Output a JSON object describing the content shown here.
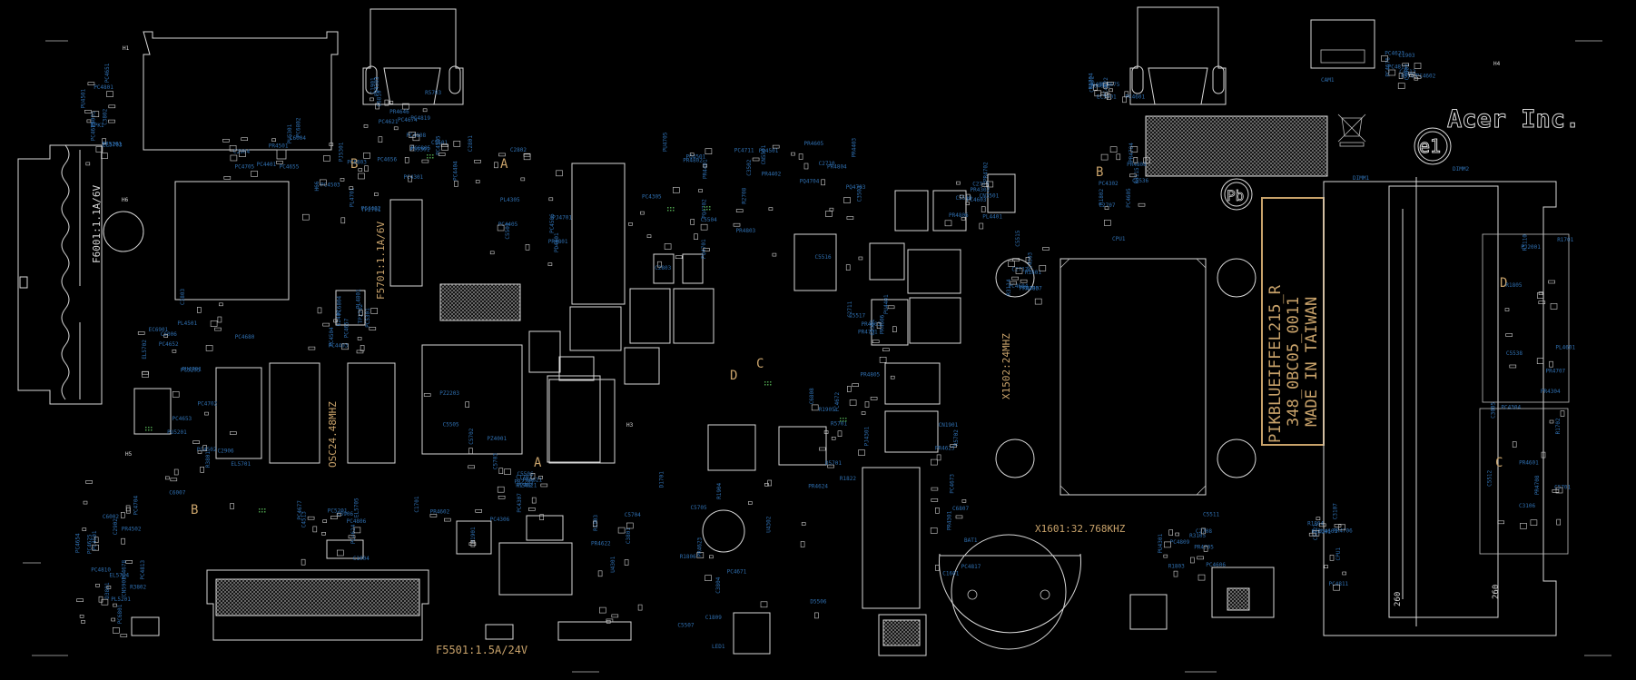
{
  "colors": {
    "background": "#000000",
    "silkscreen": "#d8d8d8",
    "refdes": "#2f6fb0",
    "fab_text": "#c8a26a",
    "via_green": "#4a9a4a"
  },
  "logos": {
    "brand": "Acer Inc.",
    "e1_mark": "e1",
    "pb_mark": "Pb",
    "weee_icon": "weee-crossed-bin-icon"
  },
  "board_label": {
    "line1": "PIKBLUEIFFEL215_R",
    "line2": "348_0BC05_0011",
    "line3": "MADE IN TAIWAN"
  },
  "silkscreen_labels": {
    "fuse_f6001": "F6001:1.1A/6V",
    "fuse_f5701": "F5701:1.1A/6V",
    "fuse_f5501": "F5501:1.5A/24V",
    "osc_main": "OSC24.48MHZ",
    "crystal_x1502": "X1502:24MHZ",
    "crystal_x1601": "X1601:32.768KHZ",
    "dimm_left": "260",
    "dimm_right": "260",
    "section_a1": "A",
    "section_b1": "B",
    "section_a2": "A",
    "section_b2": "B",
    "section_b3": "B",
    "section_d1": "D",
    "section_c1": "C",
    "section_d2": "D",
    "section_c2": "C",
    "h5": "H5",
    "h6": "H6",
    "h1": "H1",
    "h3": "H3",
    "h4": "H4",
    "cam1": "CAM1",
    "dimm1": "DIMM1",
    "dimm2": "DIMM2",
    "cpu1": "CPU1",
    "bat1": "BAT1",
    "led1": "LED1"
  },
  "refdes_labels": [
    {
      "t": "F6001"
    },
    {
      "t": "C6006"
    },
    {
      "t": "C6007"
    },
    {
      "t": "C6002"
    },
    {
      "t": "C6004"
    },
    {
      "t": "H66"
    },
    {
      "t": "U2401"
    },
    {
      "t": "PC4301"
    },
    {
      "t": "PL4305"
    },
    {
      "t": "PC4305"
    },
    {
      "t": "C3502"
    },
    {
      "t": "C3503"
    },
    {
      "t": "C3501"
    },
    {
      "t": "CN3501"
    },
    {
      "t": "R3114"
    },
    {
      "t": "R3115"
    },
    {
      "t": "R3105"
    },
    {
      "t": "C3107"
    },
    {
      "t": "R3110"
    },
    {
      "t": "C3106"
    },
    {
      "t": "PZ4001"
    },
    {
      "t": "PZ4021"
    },
    {
      "t": "C3801"
    },
    {
      "t": "C3804"
    },
    {
      "t": "D5701"
    },
    {
      "t": "PC4817"
    },
    {
      "t": "PC4819"
    },
    {
      "t": "PU4801"
    },
    {
      "t": "PC4812"
    },
    {
      "t": "PC4806"
    },
    {
      "t": "PC4810"
    },
    {
      "t": "PC4801"
    },
    {
      "t": "PU4701"
    },
    {
      "t": "PC4702"
    },
    {
      "t": "PC4704"
    },
    {
      "t": "PC4705"
    },
    {
      "t": "PL4701"
    },
    {
      "t": "PL4801"
    },
    {
      "t": "PC4808"
    },
    {
      "t": "PD4801"
    },
    {
      "t": "PU4705"
    },
    {
      "t": "PC4711"
    },
    {
      "t": "PQ4704"
    },
    {
      "t": "C2711"
    },
    {
      "t": "C2709"
    },
    {
      "t": "C2712"
    },
    {
      "t": "C2707"
    },
    {
      "t": "C2708"
    },
    {
      "t": "CPU1"
    },
    {
      "t": "PJ2001"
    },
    {
      "t": "C3005"
    },
    {
      "t": "PZ2203"
    },
    {
      "t": "PR2207"
    },
    {
      "t": "R1806"
    },
    {
      "t": "C1809"
    },
    {
      "t": "R1822"
    },
    {
      "t": "C1601"
    },
    {
      "t": "PR4646"
    },
    {
      "t": "PC4601"
    },
    {
      "t": "PC4602"
    },
    {
      "t": "PC5201"
    },
    {
      "t": "PL5201"
    },
    {
      "t": "PR5201"
    },
    {
      "t": "PC5203"
    },
    {
      "t": "PU5201"
    },
    {
      "t": "PC4813"
    },
    {
      "t": "PU5301"
    },
    {
      "t": "PJ5301"
    },
    {
      "t": "PC5301"
    },
    {
      "t": "C5501"
    },
    {
      "t": "C5503"
    },
    {
      "t": "C5504"
    },
    {
      "t": "CN5501"
    },
    {
      "t": "C5516"
    },
    {
      "t": "C5517"
    },
    {
      "t": "C5518"
    },
    {
      "t": "C5515"
    },
    {
      "t": "C5536"
    },
    {
      "t": "C5511"
    },
    {
      "t": "C5521"
    },
    {
      "t": "C5538"
    },
    {
      "t": "C5512"
    },
    {
      "t": "C5505"
    },
    {
      "t": "C5506"
    },
    {
      "t": "C5507"
    },
    {
      "t": "D5506"
    },
    {
      "t": "C6808"
    },
    {
      "t": "C6807"
    },
    {
      "t": "C6810"
    },
    {
      "t": "EC5901"
    },
    {
      "t": "C5901"
    },
    {
      "t": "C5906"
    },
    {
      "t": "CN5901"
    },
    {
      "t": "SPK1"
    },
    {
      "t": "EC6901"
    },
    {
      "t": "C2906"
    },
    {
      "t": "C2902"
    },
    {
      "t": "C2904"
    },
    {
      "t": "TP2701"
    },
    {
      "t": "TP2702"
    },
    {
      "t": "C2801"
    },
    {
      "t": "C2802"
    },
    {
      "t": "C2803"
    },
    {
      "t": "R2708"
    },
    {
      "t": "C2710"
    },
    {
      "t": "PR4303"
    },
    {
      "t": "PR4302"
    },
    {
      "t": "PC4303"
    },
    {
      "t": "PC4302"
    },
    {
      "t": "PU4301"
    },
    {
      "t": "PL4301"
    },
    {
      "t": "PR4304"
    },
    {
      "t": "PC4304"
    },
    {
      "t": "PC4306"
    },
    {
      "t": "PC4307"
    },
    {
      "t": "U4301"
    },
    {
      "t": "U4302"
    },
    {
      "t": "PJ4301"
    },
    {
      "t": "PR4301"
    },
    {
      "t": "PD4303"
    },
    {
      "t": "C4511"
    },
    {
      "t": "C4512"
    },
    {
      "t": "C4513"
    },
    {
      "t": "PC4501"
    },
    {
      "t": "PU4501"
    },
    {
      "t": "PL4501"
    },
    {
      "t": "PC4502"
    },
    {
      "t": "PR4502"
    },
    {
      "t": "PR4501"
    },
    {
      "t": "PC4503"
    },
    {
      "t": "PC4504"
    },
    {
      "t": "PC4505"
    },
    {
      "t": "PC4506"
    },
    {
      "t": "PQ4501"
    },
    {
      "t": "PD4501"
    },
    {
      "t": "PR4605"
    },
    {
      "t": "PR4606"
    },
    {
      "t": "PC4603"
    },
    {
      "t": "PC4604"
    },
    {
      "t": "PC4605"
    },
    {
      "t": "PC4606"
    },
    {
      "t": "PU4601"
    },
    {
      "t": "PL4601"
    },
    {
      "t": "PR4601"
    },
    {
      "t": "PR4602"
    },
    {
      "t": "PR4621"
    },
    {
      "t": "PR4622"
    },
    {
      "t": "PR4623"
    },
    {
      "t": "PR4624"
    },
    {
      "t": "PR4625"
    },
    {
      "t": "PC4621"
    },
    {
      "t": "PC4622"
    },
    {
      "t": "PC4623"
    },
    {
      "t": "PC4624"
    },
    {
      "t": "PC4625"
    },
    {
      "t": "PC4651"
    },
    {
      "t": "PC4652"
    },
    {
      "t": "PC4653"
    },
    {
      "t": "PC4654"
    },
    {
      "t": "PC4655"
    },
    {
      "t": "PC4656"
    },
    {
      "t": "PC4657"
    },
    {
      "t": "PU5301"
    },
    {
      "t": "PJ4701"
    },
    {
      "t": "PQ4701"
    },
    {
      "t": "PQ4702"
    },
    {
      "t": "PQ4703"
    },
    {
      "t": "PR4701"
    },
    {
      "t": "PR4702"
    },
    {
      "t": "PR4703"
    },
    {
      "t": "PR4704"
    },
    {
      "t": "PR4705"
    },
    {
      "t": "PR4706"
    },
    {
      "t": "PR4707"
    },
    {
      "t": "PR4708"
    },
    {
      "t": "R1901"
    },
    {
      "t": "R1902"
    },
    {
      "t": "R1903"
    },
    {
      "t": "R1904"
    },
    {
      "t": "R1905"
    },
    {
      "t": "CN1901"
    },
    {
      "t": "C1901"
    },
    {
      "t": "C1902"
    },
    {
      "t": "C1903"
    },
    {
      "t": "C1904"
    },
    {
      "t": "D3801"
    },
    {
      "t": "C3802"
    },
    {
      "t": "C3803"
    },
    {
      "t": "R3801"
    },
    {
      "t": "R3802"
    },
    {
      "t": "PC4401"
    },
    {
      "t": "PC4402"
    },
    {
      "t": "PC4403"
    },
    {
      "t": "PC4404"
    },
    {
      "t": "PC4405"
    },
    {
      "t": "PR4401"
    },
    {
      "t": "PR4402"
    },
    {
      "t": "PR4403"
    },
    {
      "t": "PU4401"
    },
    {
      "t": "PL4401"
    },
    {
      "t": "R1801"
    },
    {
      "t": "R1802"
    },
    {
      "t": "R1803"
    },
    {
      "t": "R1804"
    },
    {
      "t": "R1805"
    },
    {
      "t": "C5701"
    },
    {
      "t": "C5702"
    },
    {
      "t": "C5703"
    },
    {
      "t": "C5704"
    },
    {
      "t": "C5705"
    },
    {
      "t": "R5701"
    },
    {
      "t": "R5702"
    },
    {
      "t": "R5703"
    },
    {
      "t": "R5704"
    },
    {
      "t": "R5705"
    },
    {
      "t": "EL5705"
    },
    {
      "t": "EL5704"
    },
    {
      "t": "EL5703"
    },
    {
      "t": "EL5702"
    },
    {
      "t": "EL5701"
    },
    {
      "t": "PC6801"
    },
    {
      "t": "PC6802"
    },
    {
      "t": "PC6803"
    },
    {
      "t": "PC6804"
    },
    {
      "t": "PC6805"
    },
    {
      "t": "PR4801"
    },
    {
      "t": "PR4802"
    },
    {
      "t": "PR4803"
    },
    {
      "t": "PR4804"
    },
    {
      "t": "PR4805"
    },
    {
      "t": "PR4806"
    },
    {
      "t": "PR4807"
    },
    {
      "t": "PR4808"
    },
    {
      "t": "PC4809"
    },
    {
      "t": "PC4811"
    },
    {
      "t": "R1701"
    },
    {
      "t": "R1702"
    },
    {
      "t": "C1701"
    },
    {
      "t": "C1702"
    },
    {
      "t": "D1701"
    },
    {
      "t": "PC4671"
    },
    {
      "t": "PC4672"
    },
    {
      "t": "PC4673"
    },
    {
      "t": "PC4674"
    },
    {
      "t": "PC4675"
    },
    {
      "t": "PC4676"
    },
    {
      "t": "PC4677"
    },
    {
      "t": "PC4678"
    },
    {
      "t": "PC4679"
    },
    {
      "t": "PC4680"
    }
  ]
}
